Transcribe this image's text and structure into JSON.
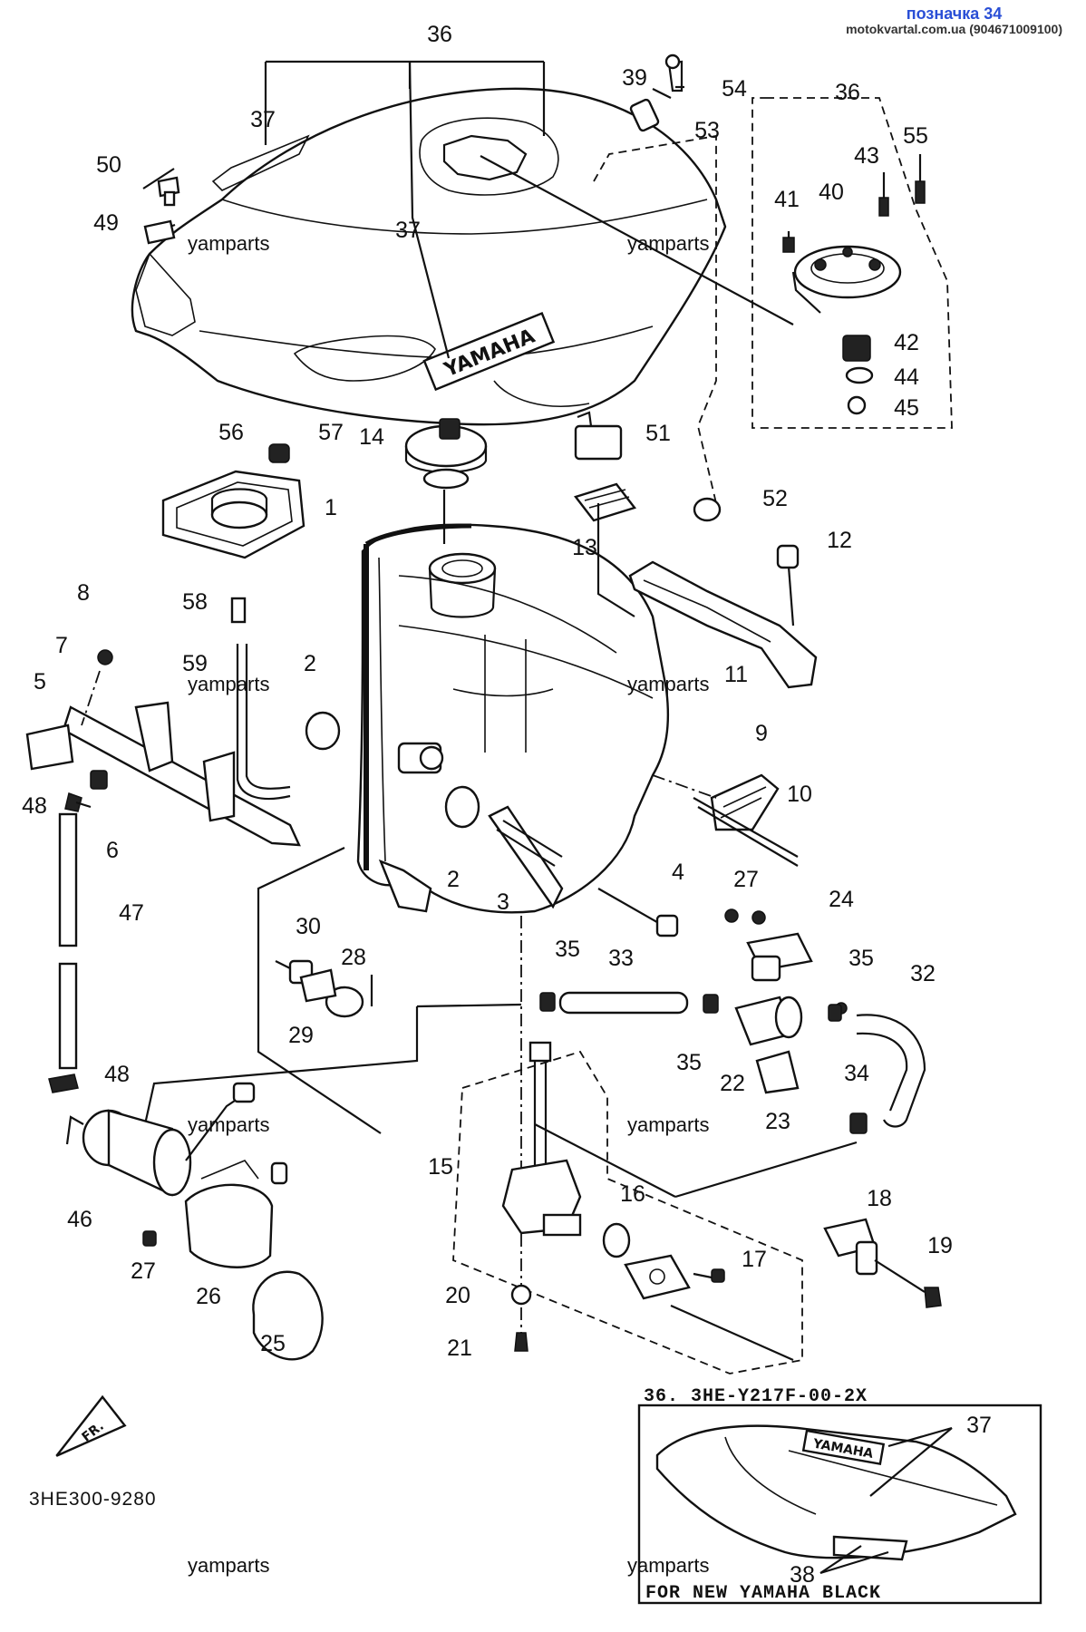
{
  "header": {
    "ref": "позначка 34",
    "site": "motokvartal.com.ua (904671009100)"
  },
  "watermark": "yamparts",
  "diagram_code": "3HE300-9280",
  "tank_logo": "YAMAHA",
  "front_arrow": "FR.",
  "inset": {
    "title": "36. 3HE-Y217F-00-2X",
    "caption": "FOR NEW YAMAHA BLACK",
    "logo": "YAMAHA",
    "labels": [
      "37",
      "38"
    ]
  },
  "callouts": [
    "36",
    "37",
    "37",
    "50",
    "49",
    "39",
    "54",
    "53",
    "36",
    "55",
    "43",
    "40",
    "41",
    "42",
    "44",
    "45",
    "14",
    "51",
    "56",
    "57",
    "1",
    "13",
    "52",
    "12",
    "58",
    "8",
    "59",
    "7",
    "5",
    "2",
    "11",
    "48",
    "6",
    "9",
    "10",
    "2",
    "3",
    "4",
    "47",
    "27",
    "24",
    "30",
    "28",
    "35",
    "33",
    "35",
    "32",
    "29",
    "35",
    "22",
    "34",
    "23",
    "48",
    "46",
    "15",
    "16",
    "18",
    "19",
    "17",
    "27",
    "26",
    "20",
    "21",
    "25"
  ]
}
